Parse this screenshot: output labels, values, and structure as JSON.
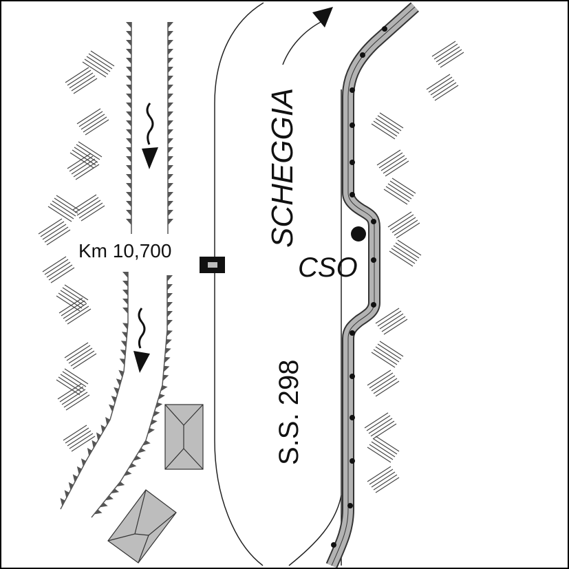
{
  "map": {
    "road_name": "SCHEGGIA",
    "road_code": "S.S. 298",
    "station_label": "CSO",
    "km_marker": "Km 10,700"
  },
  "colors": {
    "ink": "#111111",
    "line": "#333333",
    "hatch": "#444444",
    "pipe_fill": "#b3b3b3",
    "building_fill": "#bdbdbd",
    "frame": "#000000"
  }
}
